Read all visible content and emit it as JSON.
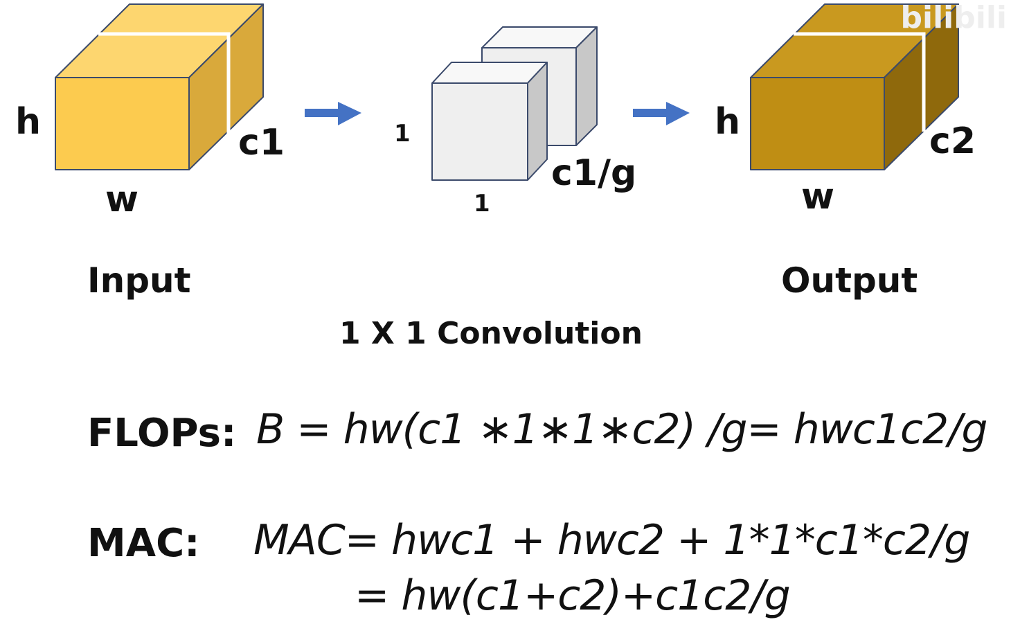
{
  "input": {
    "title": "Input",
    "height_label": "h",
    "width_label": "w",
    "channel_label": "c1",
    "color_front": "#FCCB4F",
    "color_top": "#FDD66F",
    "color_side": "#D9A93B"
  },
  "kernel": {
    "height_label": "1",
    "width_label": "1",
    "channel_label": "c1/g",
    "color_front": "#EFEFEF",
    "color_top": "#F8F8F8",
    "color_side": "#C8C8C8"
  },
  "output": {
    "title": "Output",
    "height_label": "h",
    "width_label": "w",
    "channel_label": "c2",
    "color_front": "#BF8E14",
    "color_top": "#C9991F",
    "color_side": "#8F690C"
  },
  "operation_label": "1 X 1 Convolution",
  "flops": {
    "label": "FLOPs:",
    "formula": "B = hw(c1 ∗1∗1∗c2) /g= hwc1c2/g"
  },
  "mac": {
    "label": "MAC:",
    "formula_line1": "MAC= hwc1 + hwc2 + 1*1*c1*c2/g",
    "formula_line2": "= hw(c1+c2)+c1c2/g"
  },
  "arrow_color": "#4472C4",
  "edge_color": "#3B4A6B",
  "watermark": "bilibili"
}
